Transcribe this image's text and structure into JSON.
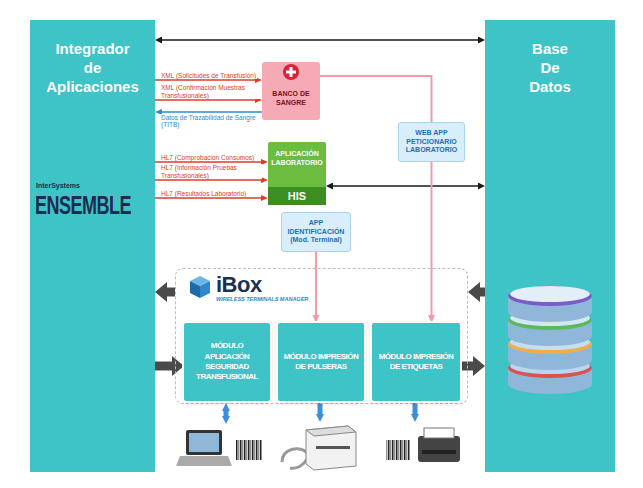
{
  "diagram": {
    "nodes": [
      {
        "text": [
          "Integrador de Aplicaciones"
        ]
      },
      {
        "text": [
          "Base De Datos"
        ]
      },
      {
        "text": [
          "BANCO DE SANGRE"
        ]
      },
      {
        "text": [
          "WEB APP PETICIONARIO LABORATORIO"
        ]
      },
      {
        "text": [
          "APLICACIÓN LABORATORIO",
          "HIS"
        ]
      },
      {
        "text": [
          "APP IDENTIFICACIÓN (Mod. Terminal)"
        ]
      },
      {
        "text": [
          "iBox",
          "WIRELESS TERMINALS MANAGER"
        ]
      },
      {
        "text": [
          "MÓDULO APLICACIÓN SEGURIDAD TRANSFUSIONAL"
        ],
        "in": 6
      },
      {
        "text": [
          "MÓDULO IMPRESIÓN DE PULSERAS"
        ],
        "in": 6
      },
      {
        "text": [
          "MÓDULO IMPRESIÓN DE ETIQUETAS"
        ],
        "in": 6
      }
    ],
    "edges": [
      {
        "from": 0,
        "to": 1,
        "arrow": "both"
      },
      {
        "from": 0,
        "to": 2,
        "label": "XML (Solicitudes de Transfusión)",
        "arrow": "to"
      },
      {
        "from": 0,
        "to": 2,
        "label": "XML (Confirmación Muestras Transfusionales)",
        "arrow": "to"
      },
      {
        "from": 2,
        "to": 0,
        "label": "Datos de Trazabilidad de Sangre (TITB)",
        "arrow": "to"
      },
      {
        "from": 0,
        "to": 4,
        "label": "HL7 (Comprobación Consumos)",
        "arrow": "to"
      },
      {
        "from": 0,
        "to": 4,
        "label": "HL7 (Información Pruebas Transfusionales)",
        "arrow": "to"
      },
      {
        "from": 0,
        "to": 4,
        "label": "HL7 (Resultados Laboratorio)",
        "arrow": "to"
      },
      {
        "from": 4,
        "to": 1,
        "arrow": "both"
      },
      {
        "from": 2,
        "to": 3,
        "arrow": "none"
      },
      {
        "from": 3,
        "to": 9,
        "arrow": "to"
      },
      {
        "from": 5,
        "to": 8,
        "arrow": "to"
      },
      {
        "from": 6,
        "to": 0,
        "arrow": "to"
      },
      {
        "from": 0,
        "to": 7,
        "arrow": "to"
      },
      {
        "from": 1,
        "to": 6,
        "arrow": "to"
      },
      {
        "from": 9,
        "to": 1,
        "arrow": "to"
      }
    ],
    "labels": [
      "InterSystems",
      "ENSEMBLE"
    ]
  }
}
